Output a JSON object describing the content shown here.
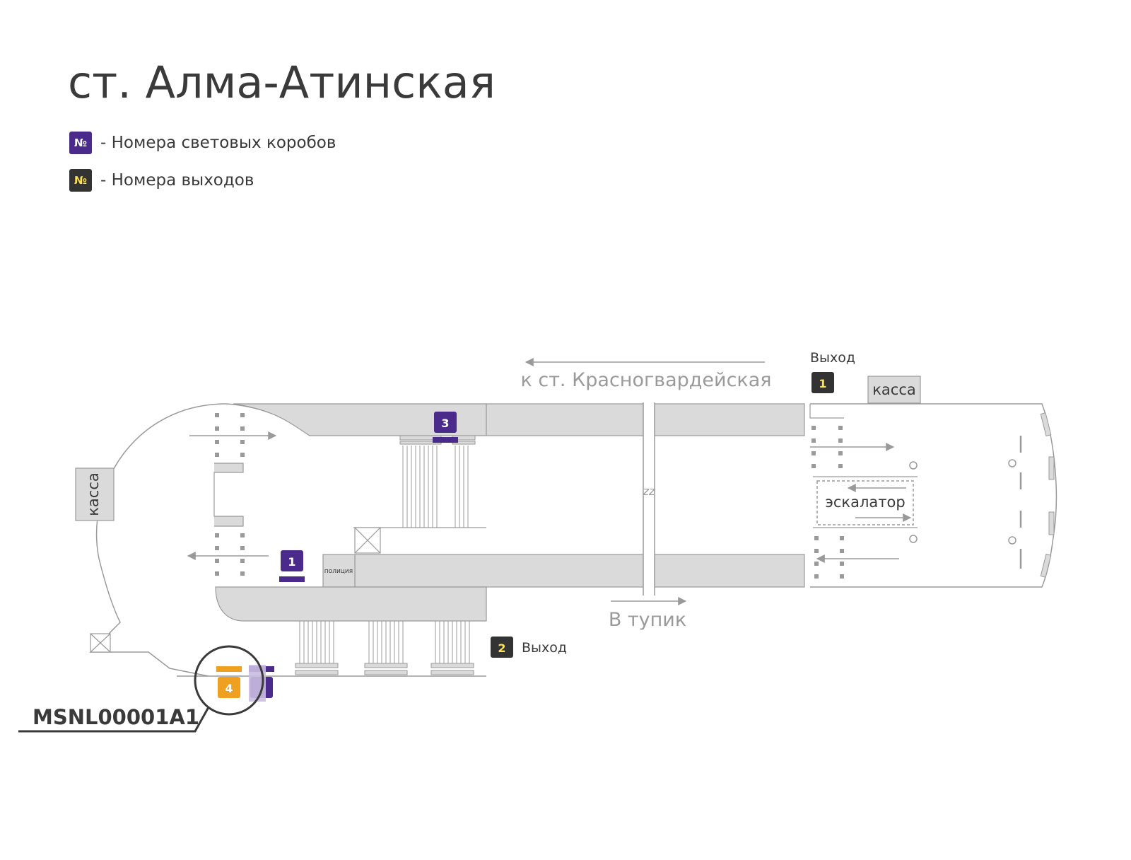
{
  "title": "ст. Алма-Атинская",
  "legend": {
    "lightbox": {
      "symbol": "№",
      "text": "- Номера световых коробов"
    },
    "exit": {
      "symbol": "№",
      "text": "- Номера выходов"
    }
  },
  "labels": {
    "direction_top": "к ст. Красногвардейская",
    "direction_bottom": "В тупик",
    "exit_word": "Выход",
    "kassa": "касса",
    "escalator": "эскалатор",
    "police": "полиция",
    "break_mark": "zz",
    "code": "MSNL00001A1"
  },
  "lightboxes": [
    {
      "number": "1"
    },
    {
      "number": "3"
    },
    {
      "number": "4",
      "highlight": true
    }
  ],
  "exits": [
    {
      "number": "1"
    },
    {
      "number": "2"
    }
  ],
  "colors": {
    "purple": "#4a2a8a",
    "purple_light": "#c9bce0",
    "exit_bg": "#333333",
    "exit_fg": "#ffe14d",
    "orange": "#f0a020",
    "platform_fill": "#dadada",
    "line": "#9a9a9a",
    "text": "#3a3a3a"
  }
}
